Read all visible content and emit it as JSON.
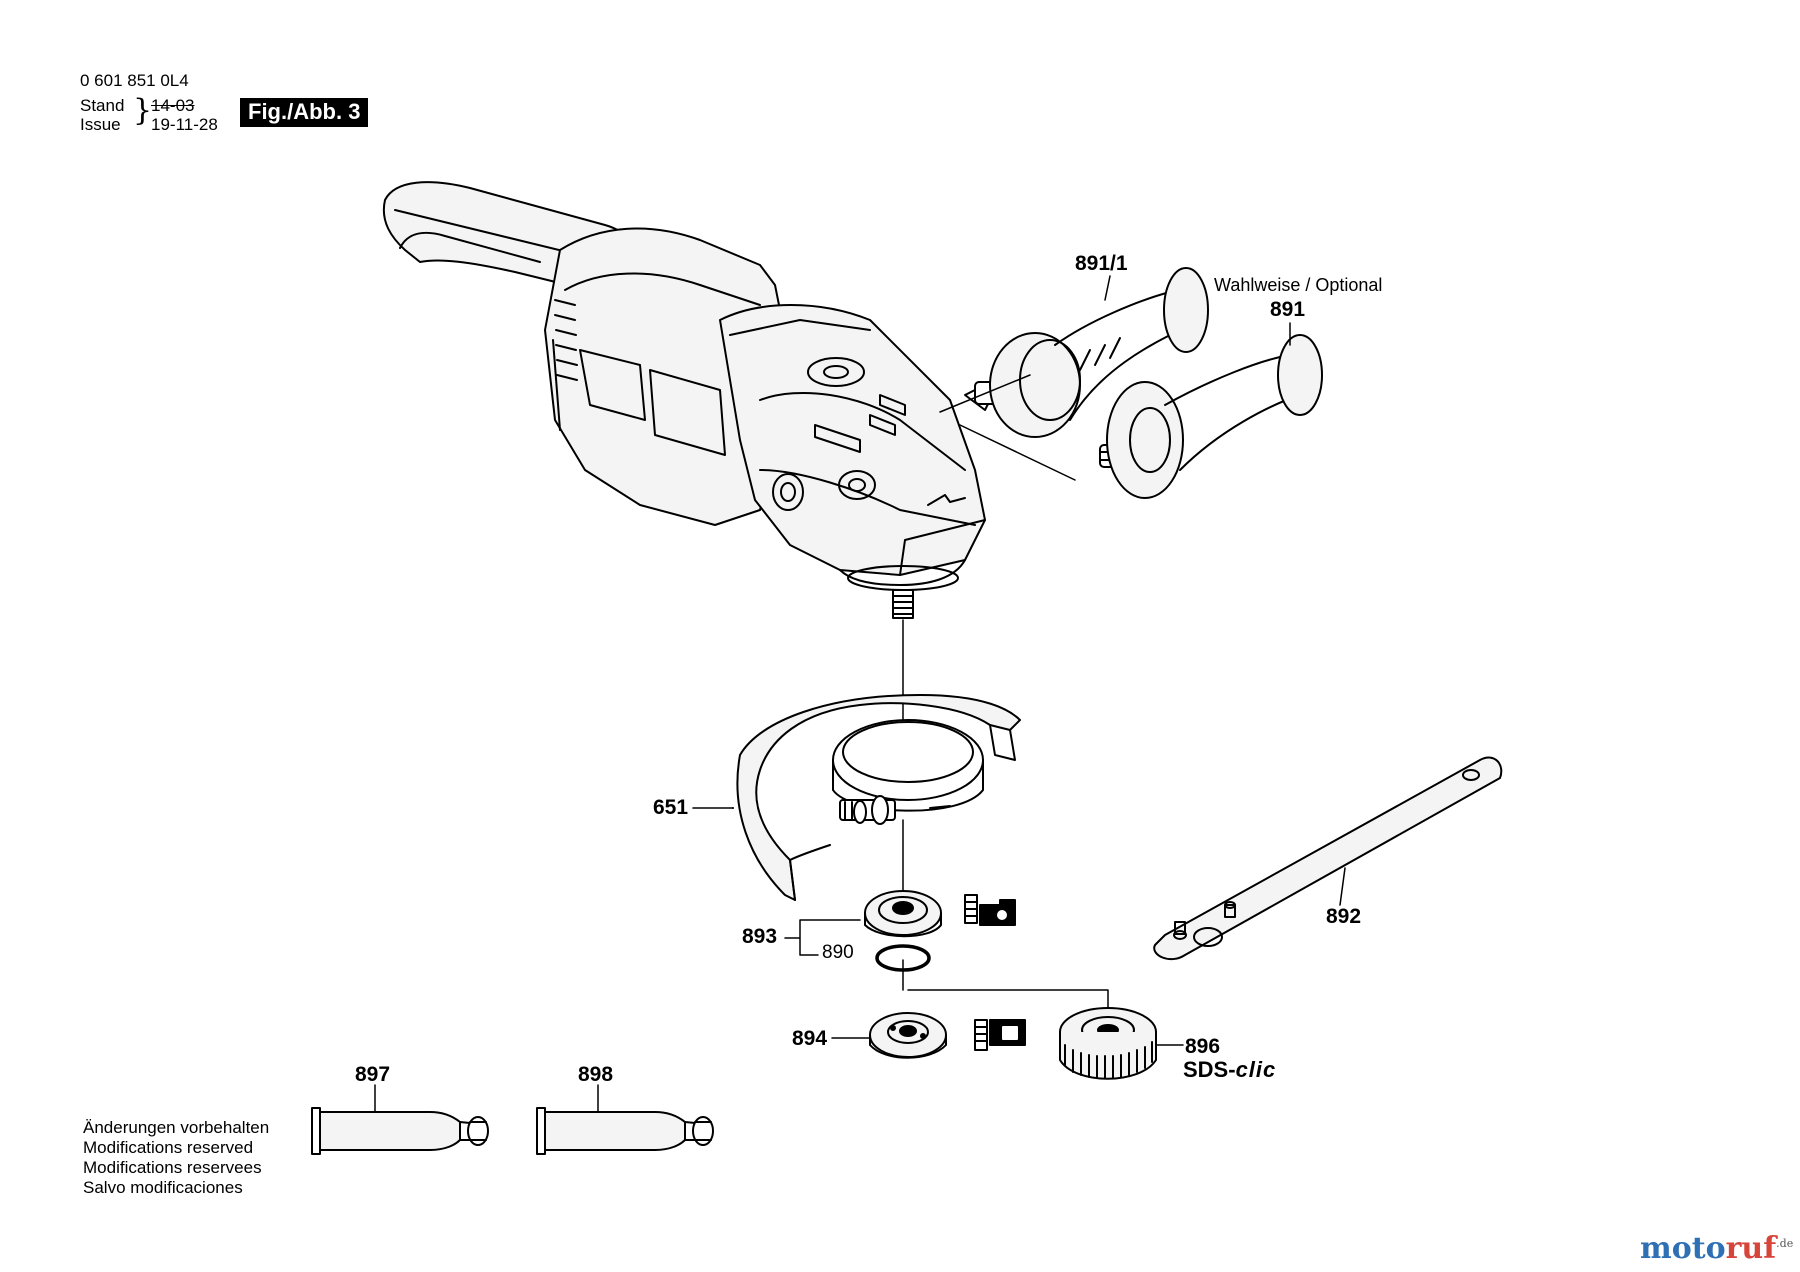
{
  "header": {
    "part_number": "0 601 851 0L4",
    "stand_label": "Stand",
    "issue_label": "Issue",
    "old_date": "14-03",
    "new_date": "19-11-28",
    "figure_label": "Fig./Abb. 3"
  },
  "labels": {
    "p891_1": "891/1",
    "optional": "Wahlweise / Optional",
    "p891": "891",
    "p651": "651",
    "p892": "892",
    "p893": "893",
    "p890": "890",
    "p894": "894",
    "p896": "896",
    "sds_prefix": "SDS-",
    "sds_suffix": "clic",
    "p897": "897",
    "p898": "898"
  },
  "notes": [
    "Änderungen vorbehalten",
    "Modifications reserved",
    "Modifications reservees",
    "Salvo modificaciones"
  ],
  "brand": {
    "part1": "moto",
    "part2": "ruf",
    "tld": ".de"
  },
  "colors": {
    "brand_blue": "#2f6fb4",
    "brand_red": "#d6443a"
  }
}
